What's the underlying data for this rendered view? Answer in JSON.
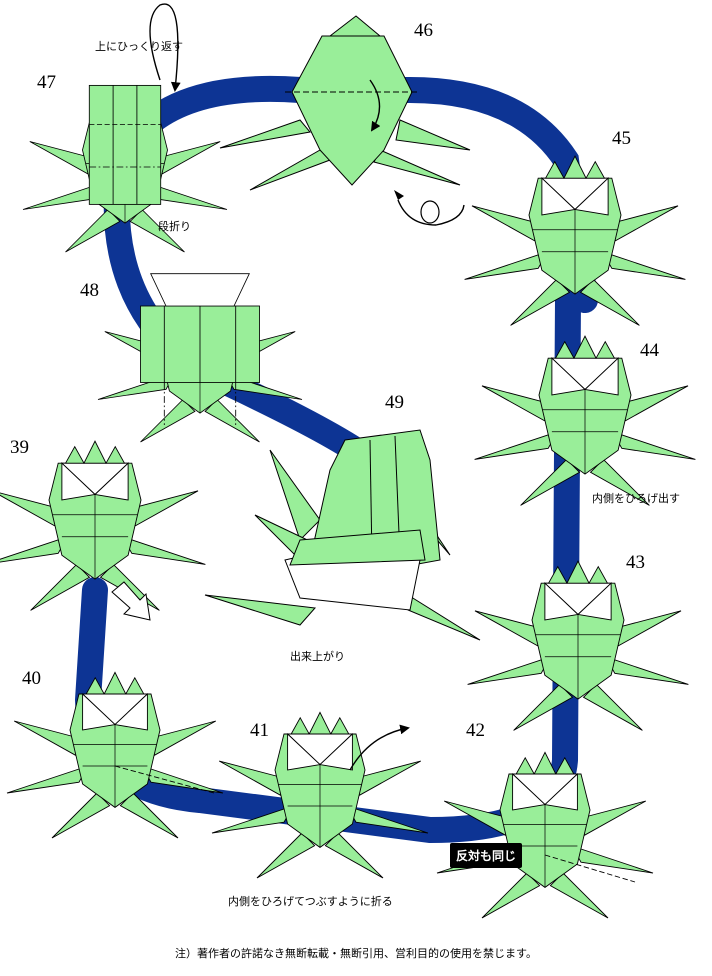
{
  "colors": {
    "paper": "#99ee99",
    "back": "#ffffff",
    "path": "#0d3494",
    "ink": "#000000"
  },
  "steps": {
    "s39": "39",
    "s40": "40",
    "s41": "41",
    "s42": "42",
    "s43": "43",
    "s44": "44",
    "s45": "45",
    "s46": "46",
    "s47": "47",
    "s48": "48",
    "s49": "49"
  },
  "notes": {
    "flip_over": "上にひっくり返す",
    "step_fold": "段折り",
    "pull_inside_out": "内側をひろげ出す",
    "finished": "出来上がり",
    "same_opposite": "反対も同じ",
    "open_and_squash": "内側をひろげてつぶすように折る"
  },
  "footer": "注）著作者の許諾なき無断転載・無断引用、営利目的の使用を禁じます。",
  "icons": [
    "rotate-arrow-icon",
    "flip-arrow-icon",
    "push-arrow-icon",
    "fold-arrow-icon"
  ]
}
